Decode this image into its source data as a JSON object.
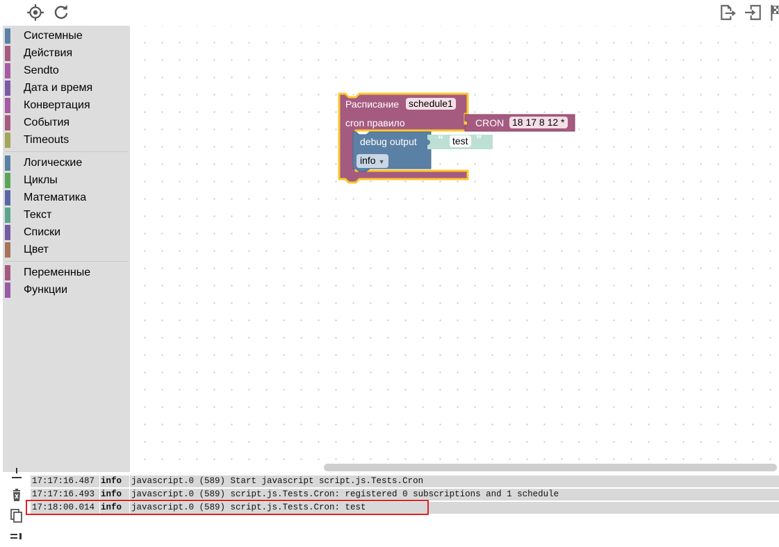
{
  "toolbar": {
    "left_icons": [
      "crosshair-icon",
      "refresh-icon"
    ],
    "right_icons": [
      "export-icon",
      "import-icon",
      "flag-icon"
    ]
  },
  "toolbox": {
    "groups": [
      [
        {
          "label": "Системные",
          "color": "#5b80a5"
        },
        {
          "label": "Действия",
          "color": "#a55b80"
        },
        {
          "label": "Sendto",
          "color": "#a55ba5"
        },
        {
          "label": "Дата и время",
          "color": "#805ba5"
        },
        {
          "label": "Конвертация",
          "color": "#a55ba5"
        },
        {
          "label": "События",
          "color": "#a55b80"
        },
        {
          "label": "Timeouts",
          "color": "#a5a55b"
        }
      ],
      [
        {
          "label": "Логические",
          "color": "#5b80a5"
        },
        {
          "label": "Циклы",
          "color": "#5ba55b"
        },
        {
          "label": "Математика",
          "color": "#5b67a5"
        },
        {
          "label": "Текст",
          "color": "#5ba58c"
        },
        {
          "label": "Списки",
          "color": "#745ba5"
        },
        {
          "label": "Цвет",
          "color": "#a5745b"
        }
      ],
      [
        {
          "label": "Переменные",
          "color": "#a55b80"
        },
        {
          "label": "Функции",
          "color": "#995ba5"
        }
      ]
    ]
  },
  "blocks": {
    "schedule": {
      "label": "Расписание",
      "name_field": "schedule1",
      "input_label": "cron правило"
    },
    "cron": {
      "label": "CRON",
      "value": "18 17 8 12 *"
    },
    "debug": {
      "label": "debug output",
      "level": "info"
    },
    "text": {
      "value": "test",
      "open_quote": "“",
      "close_quote": "”"
    },
    "colors": {
      "schedule": "#a55b80",
      "selection": "#fdc72f",
      "debug": "#5b80a5",
      "text": "#bde0d4"
    }
  },
  "log": {
    "side_icons": [
      "scroll-to-bottom-icon",
      "clear-log-icon",
      "copy-icon",
      "list-icon"
    ],
    "rows": [
      {
        "time": "17:17:16.487",
        "level": "info",
        "message": "javascript.0 (589) Start javascript script.js.Tests.Cron"
      },
      {
        "time": "17:17:16.493",
        "level": "info",
        "message": "javascript.0 (589) script.js.Tests.Cron: registered 0 subscriptions and 1 schedule"
      },
      {
        "time": "17:18:00.014",
        "level": "info",
        "message": "javascript.0 (589) script.js.Tests.Cron: test"
      }
    ],
    "highlight_color": "#e32023"
  }
}
